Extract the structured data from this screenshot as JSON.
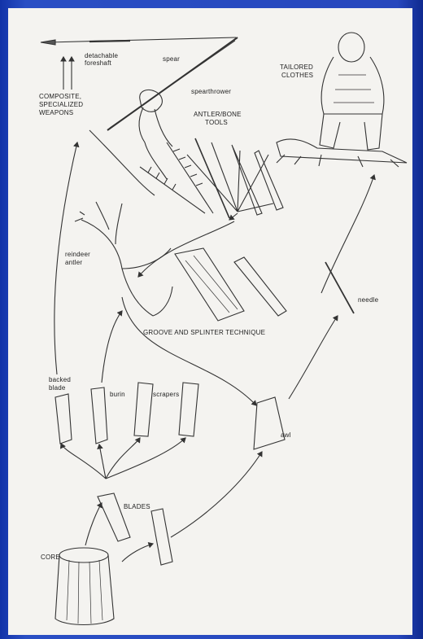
{
  "labels": {
    "detachable_foreshaft": [
      "detachable",
      "foreshaft"
    ],
    "spear": "spear",
    "composite_weapons": [
      "COMPOSITE,",
      "SPECIALIZED",
      "WEAPONS"
    ],
    "spearthrower": "spearthrower",
    "tailored_clothes": [
      "TAILORED",
      "CLOTHES"
    ],
    "antler_bone_tools": [
      "ANTLER/BONE",
      "TOOLS"
    ],
    "reindeer_antler": [
      "reindeer",
      "antler"
    ],
    "needle": "needle",
    "groove_splinter": "GROOVE AND SPLINTER TECHNIQUE",
    "backed_blade": [
      "backed",
      "blade"
    ],
    "burin": "burin",
    "scrapers": "scrapers",
    "awl": "awl",
    "blades": "BLADES",
    "core": "CORE"
  },
  "colors": {
    "frame": "#2340b8",
    "paper": "#f4f3f0",
    "ink": "#2a2a2a"
  },
  "icons": [
    "spear-icon",
    "spearthrower-icon",
    "hand-icon",
    "person-icon",
    "harpoon-icon",
    "awl-icon",
    "antler-icon",
    "splinter-icon",
    "needle-icon",
    "blade-icon",
    "core-icon"
  ]
}
